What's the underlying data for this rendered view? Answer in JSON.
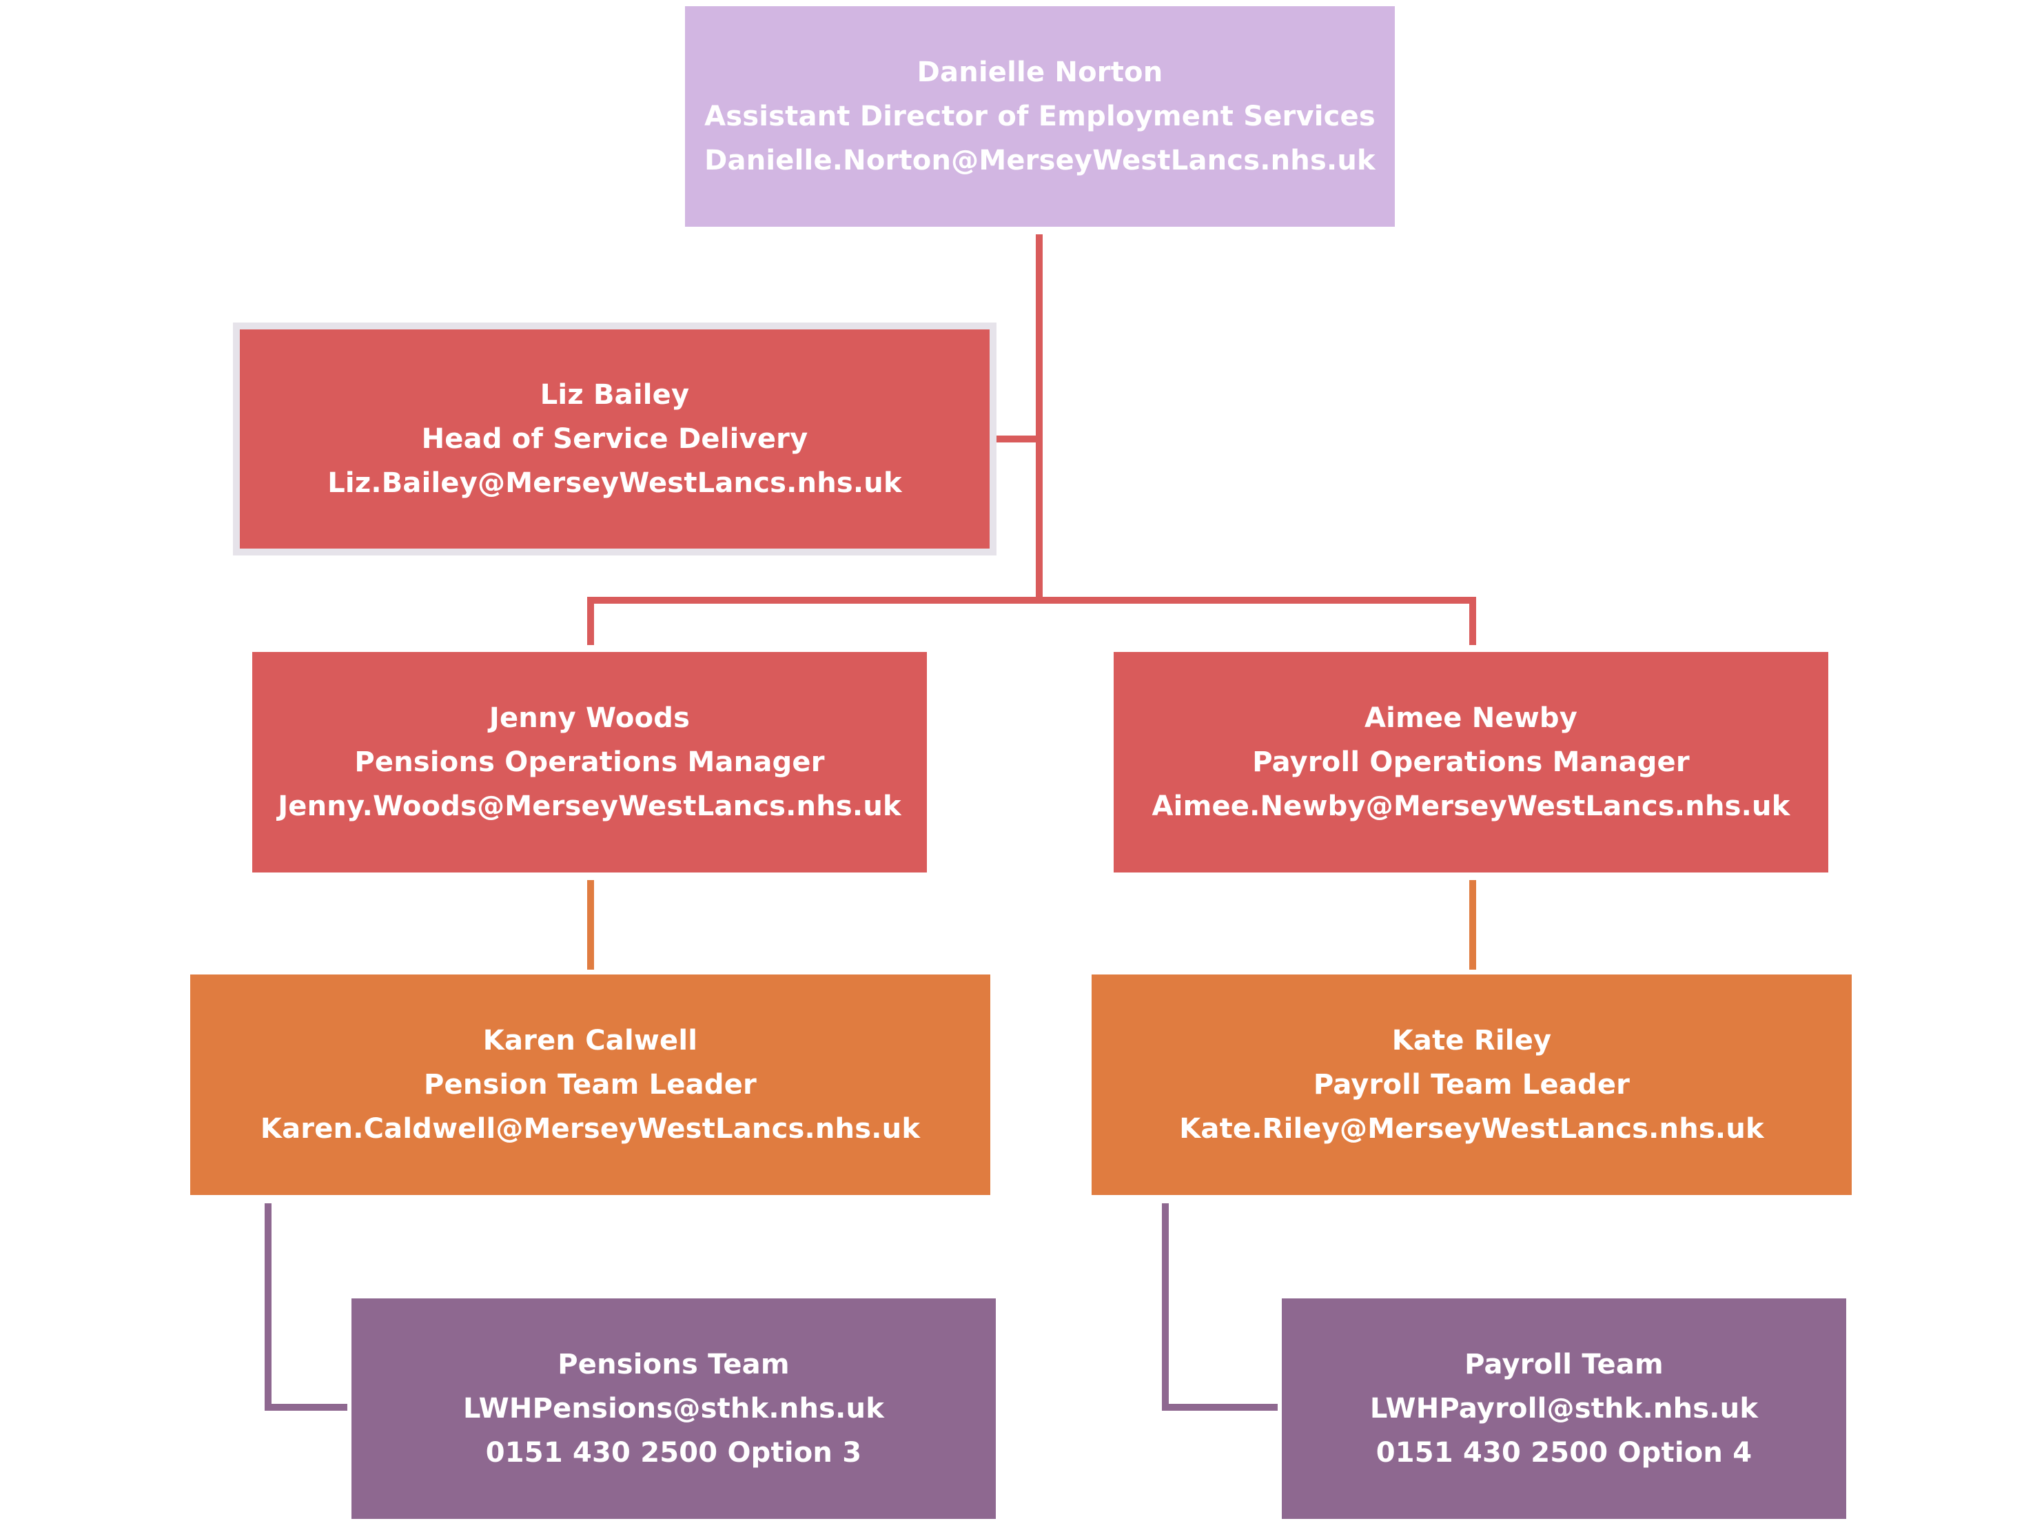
{
  "colors": {
    "lavender": "#d2b6e2",
    "red": "#d95b5b",
    "orange": "#e07c40",
    "purple": "#8e6890",
    "connector_red": "#d95b5b",
    "connector_orange": "#e07c40",
    "connector_purple": "#8e6890",
    "box_outline": "#e6e3ea"
  },
  "nodes": {
    "danielle": {
      "name": "Danielle Norton",
      "title": "Assistant Director of Employment Services",
      "email": "Danielle.Norton@MerseyWestLancs.nhs.uk"
    },
    "liz": {
      "name": "Liz Bailey",
      "title": "Head of Service Delivery",
      "email": "Liz.Bailey@MerseyWestLancs.nhs.uk"
    },
    "jenny": {
      "name": "Jenny Woods",
      "title": "Pensions Operations Manager",
      "email": "Jenny.Woods@MerseyWestLancs.nhs.uk"
    },
    "aimee": {
      "name": "Aimee Newby",
      "title": "Payroll Operations Manager",
      "email": "Aimee.Newby@MerseyWestLancs.nhs.uk"
    },
    "karen": {
      "name": "Karen Calwell",
      "title": "Pension Team Leader",
      "email": "Karen.Caldwell@MerseyWestLancs.nhs.uk"
    },
    "kate": {
      "name": "Kate Riley",
      "title": "Payroll Team Leader",
      "email": "Kate.Riley@MerseyWestLancs.nhs.uk"
    },
    "pensions_team": {
      "name": "Pensions Team",
      "email": "LWHPensions@sthk.nhs.uk",
      "phone": "0151 430 2500 Option 3"
    },
    "payroll_team": {
      "name": "Payroll Team",
      "email": "LWHPayroll@sthk.nhs.uk",
      "phone": "0151 430 2500 Option 4"
    }
  }
}
